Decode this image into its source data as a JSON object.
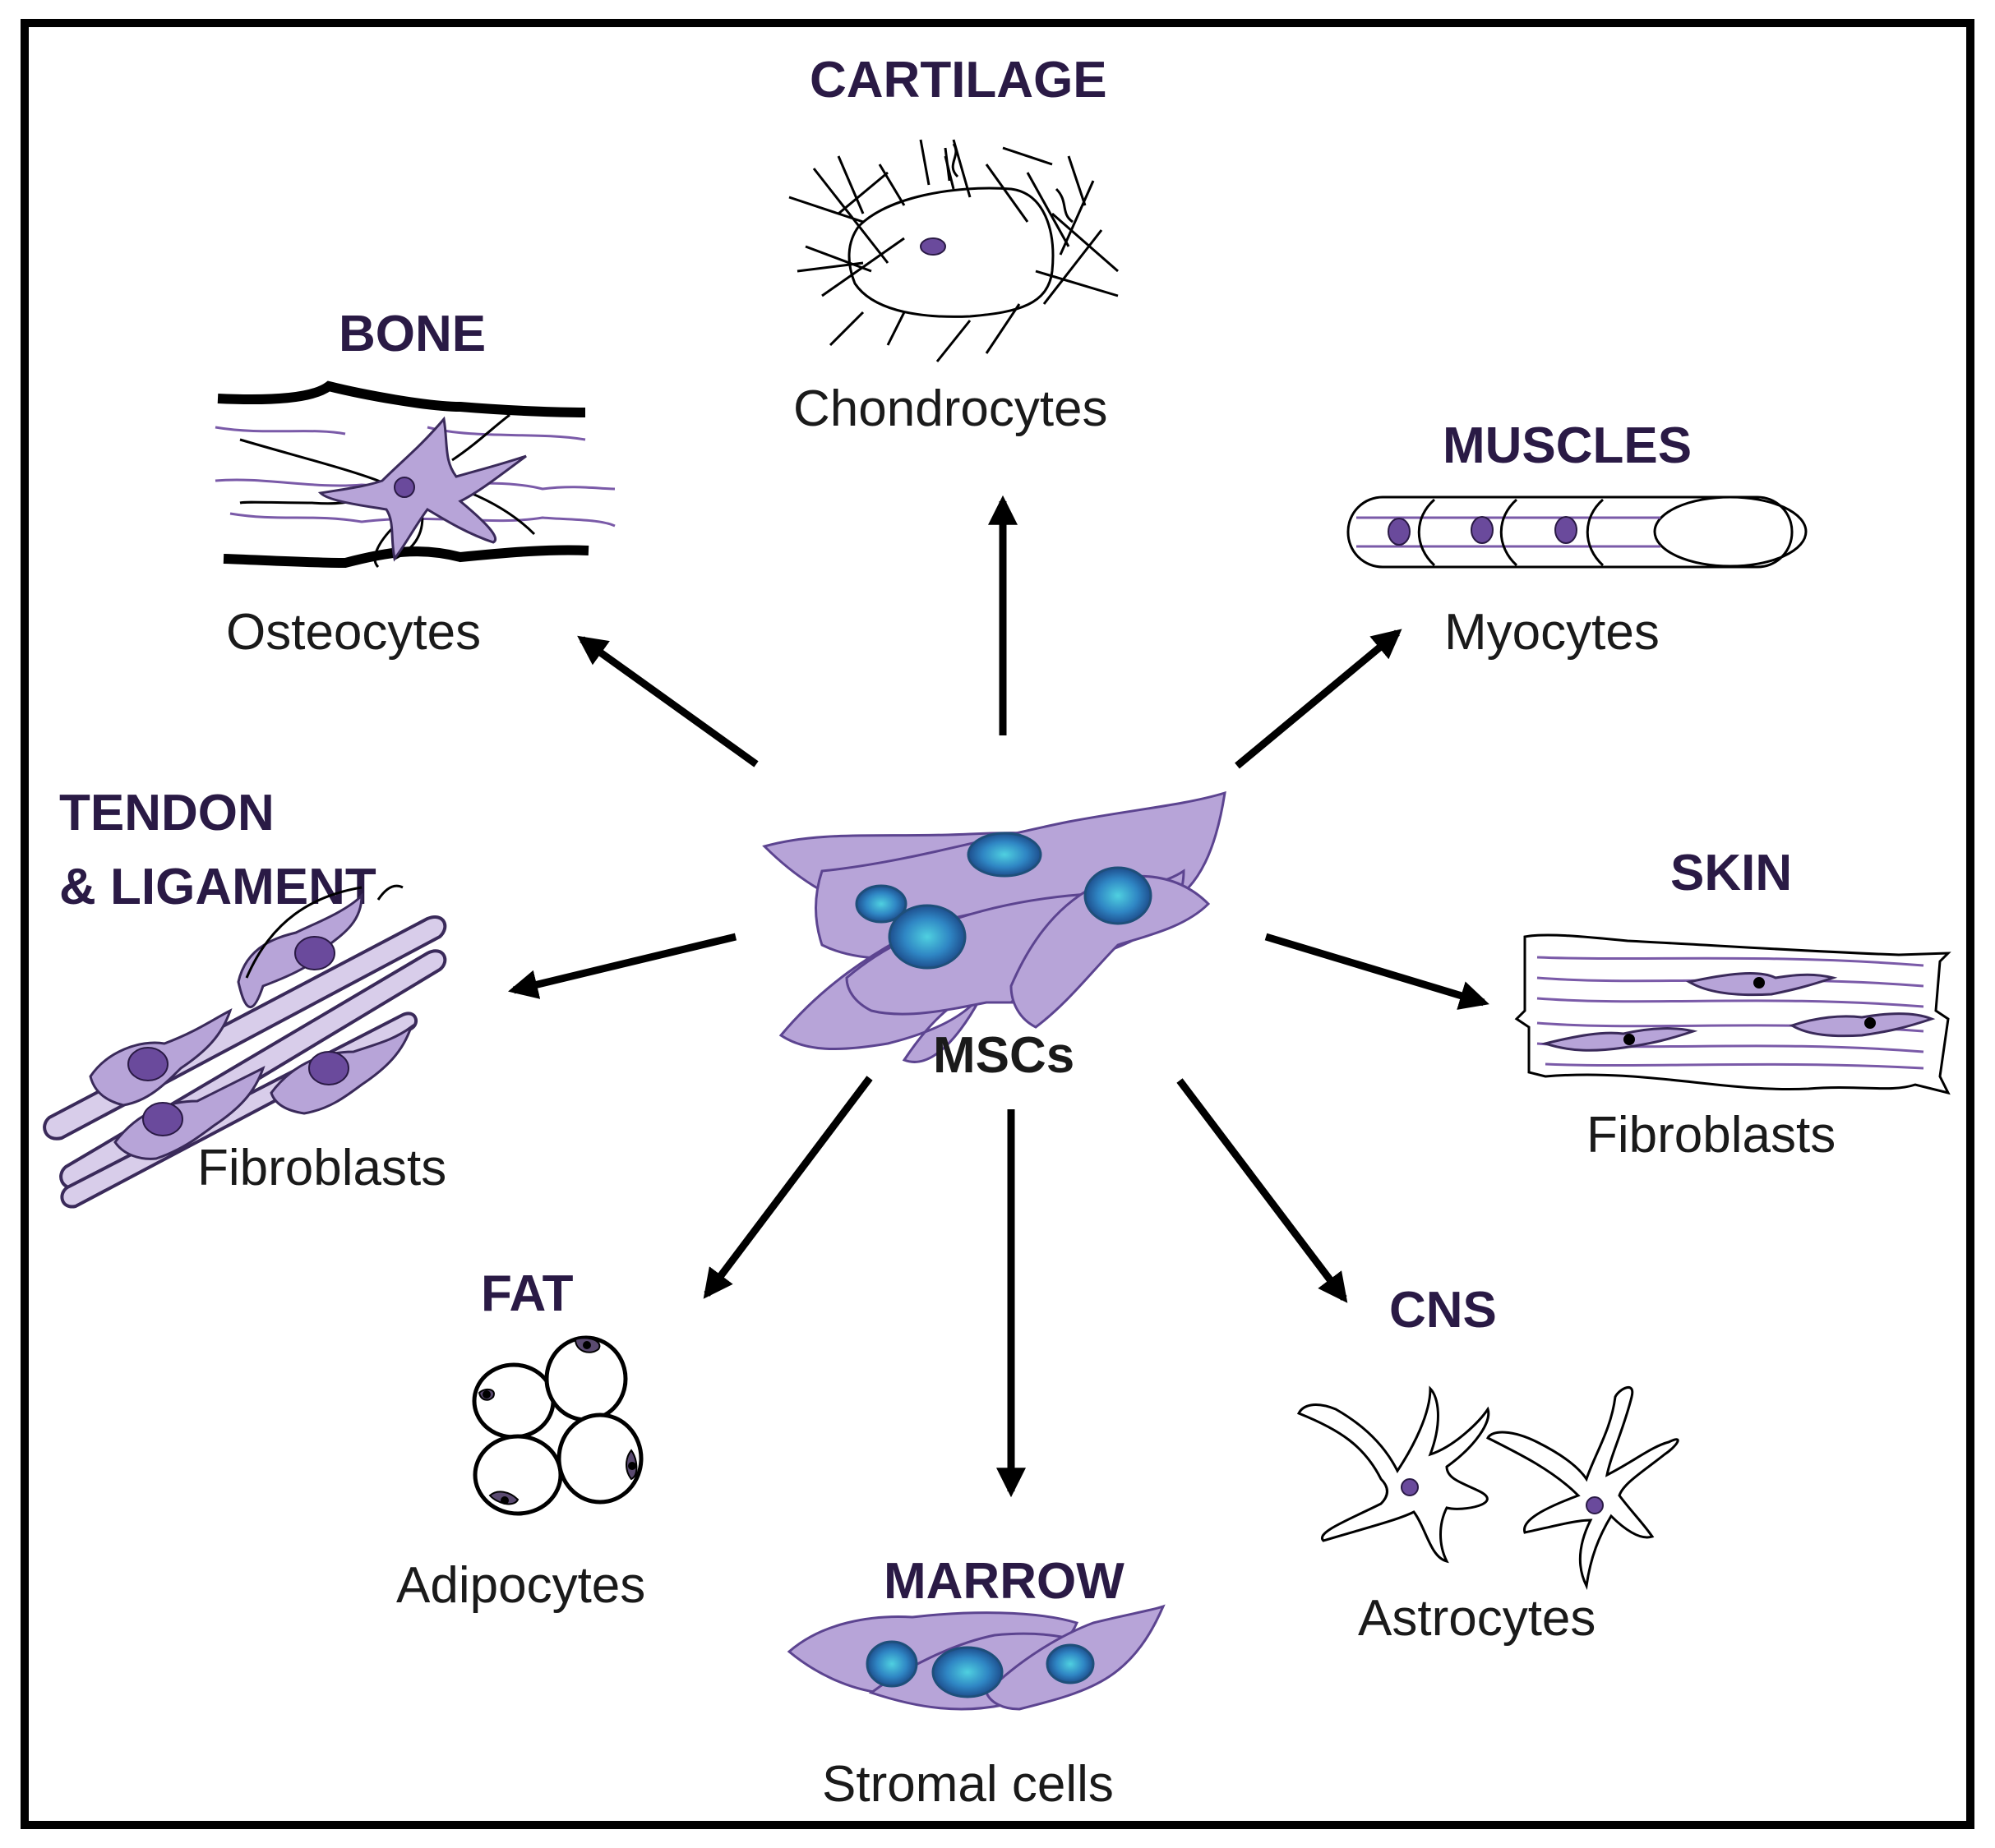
{
  "center_label": "MSCs",
  "lineages": [
    {
      "tissue": "CARTILAGE",
      "cell": "Chondrocytes"
    },
    {
      "tissue": "BONE",
      "cell": "Osteocytes"
    },
    {
      "tissue": "MUSCLES",
      "cell": "Myocytes"
    },
    {
      "tissue_line1": "TENDON",
      "tissue_line2": "& LIGAMENT",
      "cell": "Fibroblasts"
    },
    {
      "tissue": "SKIN",
      "cell": "Fibroblasts"
    },
    {
      "tissue": "FAT",
      "cell": "Adipocytes"
    },
    {
      "tissue": "MARROW",
      "cell": "Stromal cells"
    },
    {
      "tissue": "CNS",
      "cell": "Astrocytes"
    }
  ],
  "colors": {
    "label": "#2a1a45",
    "cell_fill": "#b7a4d8",
    "cell_outline": "#5c4490",
    "nucleus_outer": "#1e5a9e",
    "nucleus_inner": "#4fd0e0",
    "arrow": "#000000"
  }
}
